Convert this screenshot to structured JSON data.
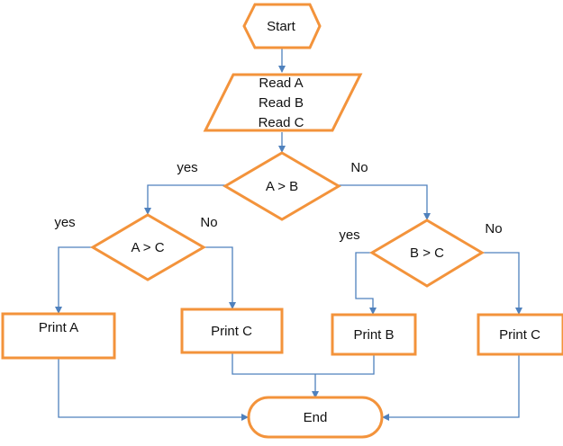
{
  "diagram": {
    "nodes": {
      "start": "Start",
      "read_a": "Read A",
      "read_b": "Read B",
      "read_c": "Read C",
      "cond_ab": "A > B",
      "cond_ac": "A > C",
      "cond_bc": "B > C",
      "print_a": "Print A",
      "print_c_left": "Print C",
      "print_b": "Print B",
      "print_c_right": "Print C",
      "end": "End"
    },
    "edge_labels": {
      "ab_yes": "yes",
      "ab_no": "No",
      "ac_yes": "yes",
      "ac_no": "No",
      "bc_yes": "yes",
      "bc_no": "No"
    },
    "colors": {
      "shape_outline": "#f3933b",
      "connector": "#4f81bd"
    }
  }
}
